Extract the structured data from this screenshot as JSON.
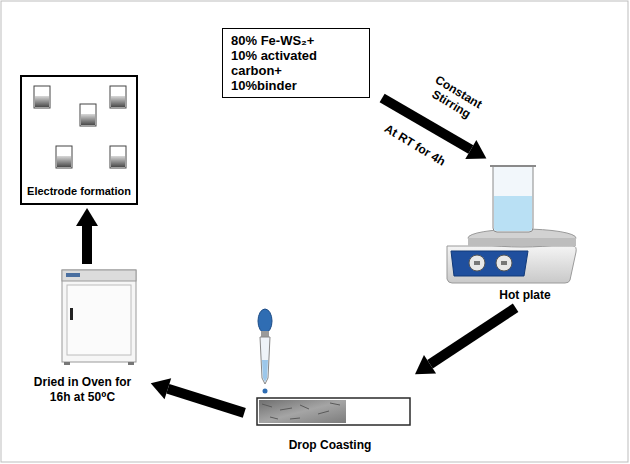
{
  "diagram": {
    "nodes": [
      {
        "text": [
          "80% Fe-WS₂+ 10% activated carbon+ 10%binder"
        ]
      },
      {
        "text": [
          "Hot plate"
        ]
      },
      {
        "text": [
          "Drop Coasting"
        ]
      },
      {
        "text": [
          "Dried in Oven for 16h at 50⁰C"
        ]
      },
      {
        "text": [
          "Electrode formation"
        ]
      }
    ],
    "edges": [
      {
        "from": 0,
        "to": 1,
        "arrow": "to",
        "label": "Constant Stirring"
      },
      {
        "from": 1,
        "to": 2,
        "arrow": "to"
      },
      {
        "from": 2,
        "to": 3,
        "arrow": "to"
      },
      {
        "from": 3,
        "to": 4,
        "arrow": "to"
      }
    ],
    "labels": [
      "At RT for 4h"
    ]
  }
}
